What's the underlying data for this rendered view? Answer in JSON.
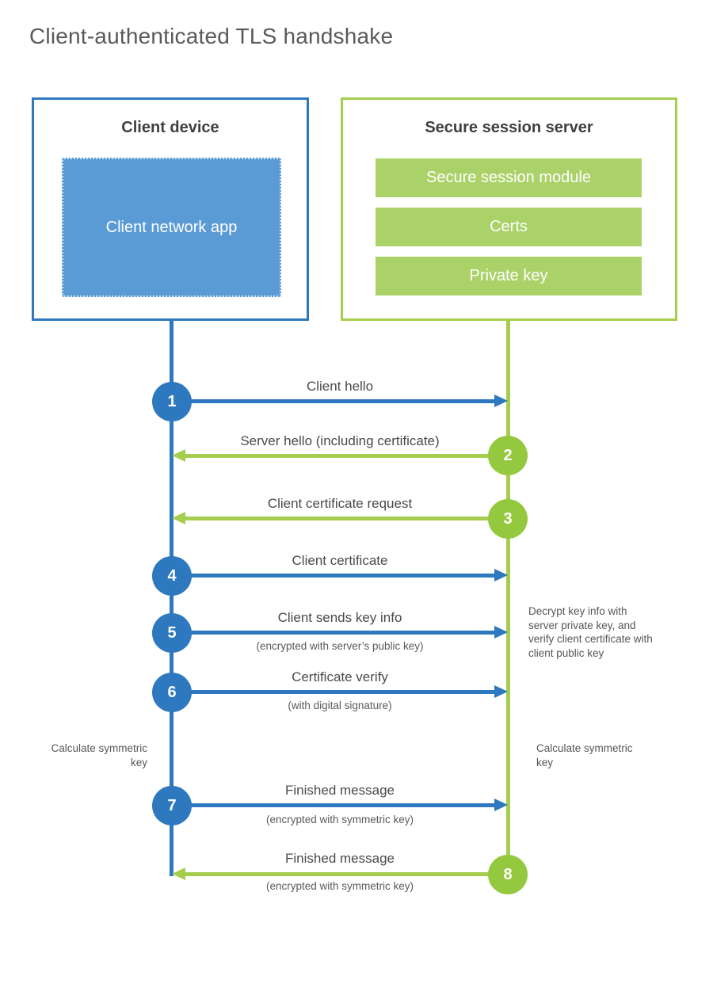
{
  "title": "Client-authenticated TLS handshake",
  "colors": {
    "blue_stroke": "#2e78bf",
    "blue_fill": "#5b9bd5",
    "green_stroke": "#a5ce4e",
    "green_badge": "#94c93f",
    "green_fill": "#abd269",
    "heading_text": "#3f3f3f",
    "label_text": "#4a4a4a"
  },
  "client": {
    "title": "Client device",
    "app_label": "Client network app"
  },
  "server": {
    "title": "Secure session server",
    "modules": [
      "Secure session module",
      "Certs",
      "Private key"
    ]
  },
  "steps": [
    {
      "num": "1",
      "label": "Client hello",
      "sublabel": "",
      "direction": "right",
      "color": "blue"
    },
    {
      "num": "2",
      "label": "Server hello (including certificate)",
      "sublabel": "",
      "direction": "left",
      "color": "green"
    },
    {
      "num": "3",
      "label": "Client certificate request",
      "sublabel": "",
      "direction": "left",
      "color": "green"
    },
    {
      "num": "4",
      "label": "Client certificate",
      "sublabel": "",
      "direction": "right",
      "color": "blue"
    },
    {
      "num": "5",
      "label": "Client sends key info",
      "sublabel": "(encrypted with server’s public key)",
      "direction": "right",
      "color": "blue"
    },
    {
      "num": "6",
      "label": "Certificate verify",
      "sublabel": "(with digital signature)",
      "direction": "right",
      "color": "blue"
    },
    {
      "num": "7",
      "label": "Finished message",
      "sublabel": "(encrypted with symmetric key)",
      "direction": "right",
      "color": "blue"
    },
    {
      "num": "8",
      "label": "Finished message",
      "sublabel": "(encrypted with symmetric key)",
      "direction": "left",
      "color": "green"
    }
  ],
  "annotations": {
    "decrypt_note": "Decrypt key info with server private key, and verify client certificate with client public key",
    "calc_left": "Calculate symmetric key",
    "calc_right": "Calculate symmetric key"
  }
}
